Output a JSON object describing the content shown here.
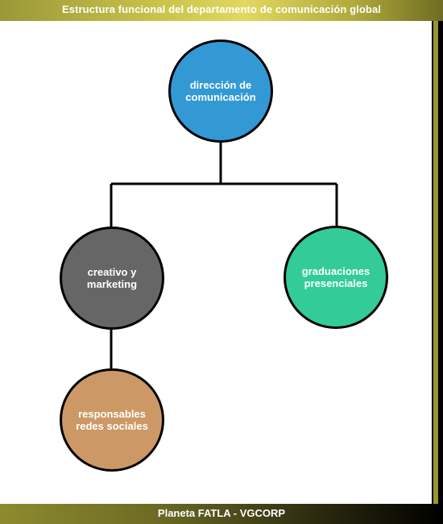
{
  "header": {
    "title": "Estructura funcional del departamento de comunicación global"
  },
  "footer": {
    "text": "Planeta FATLA - VGCORP"
  },
  "nodes": {
    "root": {
      "line1": "dirección de",
      "line2": "comunicación",
      "color": "#3399d4"
    },
    "creative": {
      "line1": "creativo y",
      "line2": "marketing",
      "color": "#666666"
    },
    "graduations": {
      "line1": "graduaciones",
      "line2": "presenciales",
      "color": "#33cc99"
    },
    "social": {
      "line1": "responsables",
      "line2": "redes sociales",
      "color": "#cc9966"
    }
  },
  "colors": {
    "header_accent": "#c8c24a",
    "connector": "#000000"
  }
}
